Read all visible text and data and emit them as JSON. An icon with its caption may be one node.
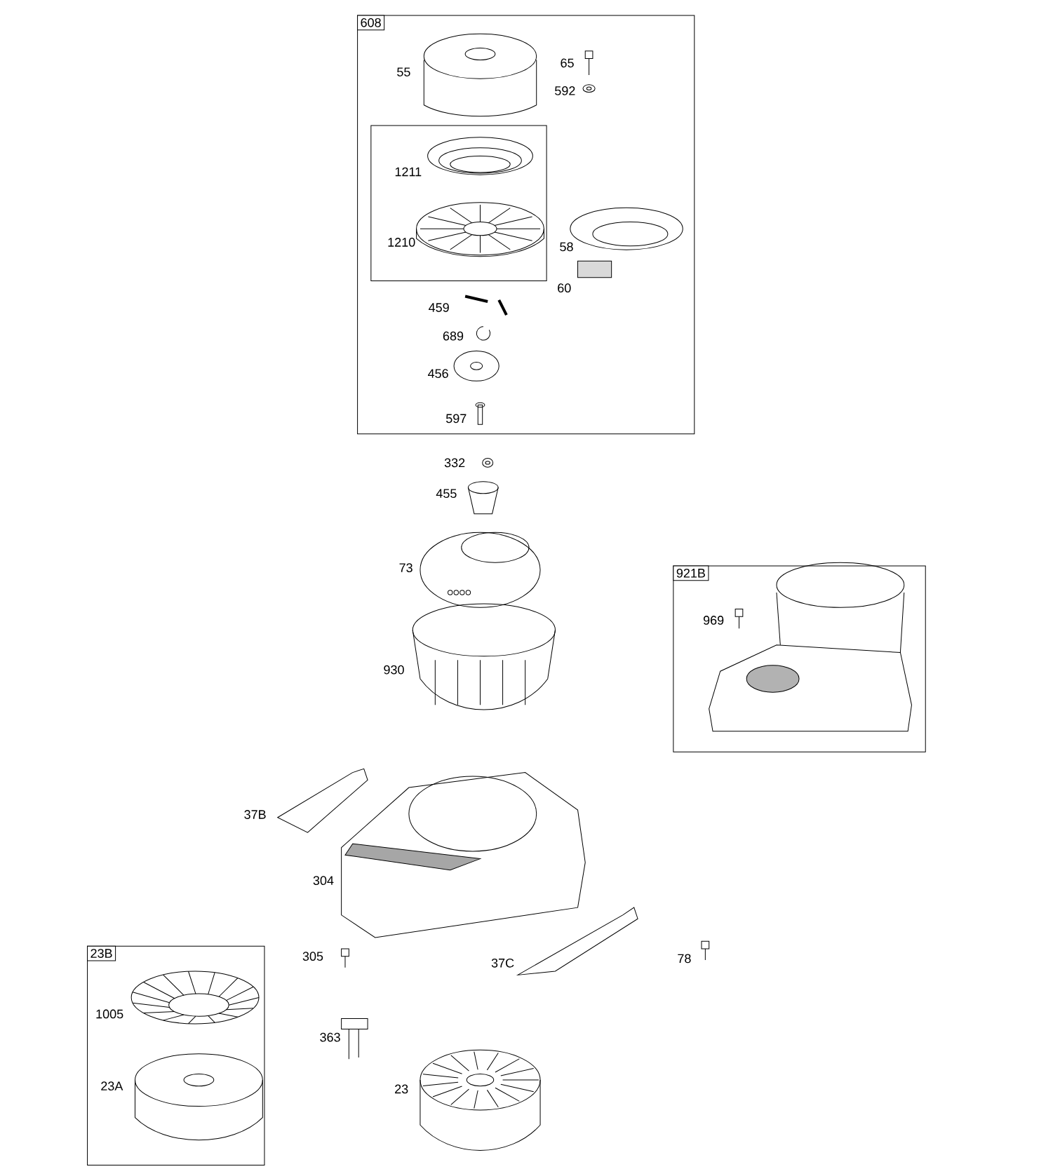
{
  "diagram": {
    "nodes": [
      {
        "text": [
          "608"
        ]
      },
      {
        "text": [],
        "shape": "box",
        "in": 0
      },
      {
        "text": [
          "921B"
        ]
      },
      {
        "text": [
          "23B"
        ]
      }
    ],
    "labels": [
      "65",
      "55",
      "592",
      "1211",
      "1210",
      "58",
      "60",
      "459",
      "689",
      "456",
      "597",
      "332",
      "455",
      "73",
      "969",
      "930",
      "37B",
      "304",
      "305",
      "37C",
      "78",
      "1005",
      "363",
      "23",
      "23A"
    ]
  }
}
